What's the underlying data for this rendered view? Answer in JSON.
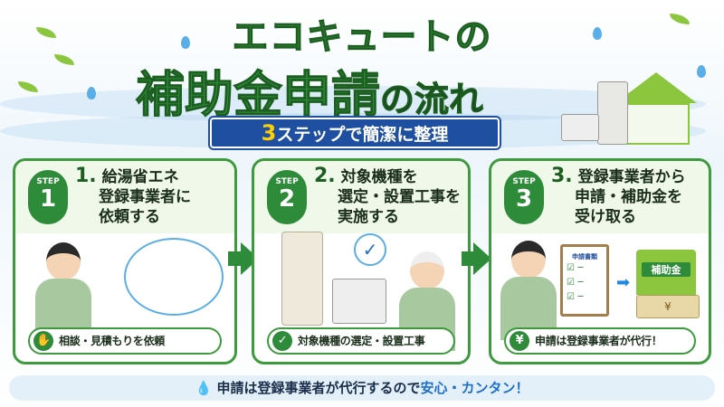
{
  "title": {
    "line1": "エコキュートの",
    "line2_main": "補助金申請",
    "line2_suffix": "の流れ"
  },
  "banner": {
    "number": "3",
    "text": "ステップで簡潔に整理"
  },
  "steps": [
    {
      "badge_label": "STEP",
      "badge_number": "1",
      "number": "1.",
      "lines": [
        "給湯省エネ",
        "登録事業者に",
        "依頼する"
      ],
      "pill_icon": "handshake-icon",
      "pill": "相談・見積もりを依頼"
    },
    {
      "badge_label": "STEP",
      "badge_number": "2",
      "number": "2.",
      "lines": [
        "対象機種を",
        "選定・設置工事を",
        "実施する"
      ],
      "pill_icon": "check-icon",
      "pill": "対象機種の選定・設置工事"
    },
    {
      "badge_label": "STEP",
      "badge_number": "3",
      "number": "3.",
      "lines": [
        "登録事業者から",
        "申請・補助金を",
        "受け取る"
      ],
      "pill_icon": "yen-icon",
      "pill": "申請は登録事業者が代行！"
    }
  ],
  "illustrations": {
    "clipboard_title": "申請書類",
    "bank_sign": "補助金",
    "yen_symbol": "¥"
  },
  "footer": {
    "text": "申請は登録事業者が代行するので",
    "highlight": "安心・カンタン！"
  },
  "colors": {
    "primary_green": "#2e8b3a",
    "banner_blue": "#1f4fa0",
    "accent_yellow": "#ffd000",
    "highlight_blue": "#1e6fc8"
  }
}
